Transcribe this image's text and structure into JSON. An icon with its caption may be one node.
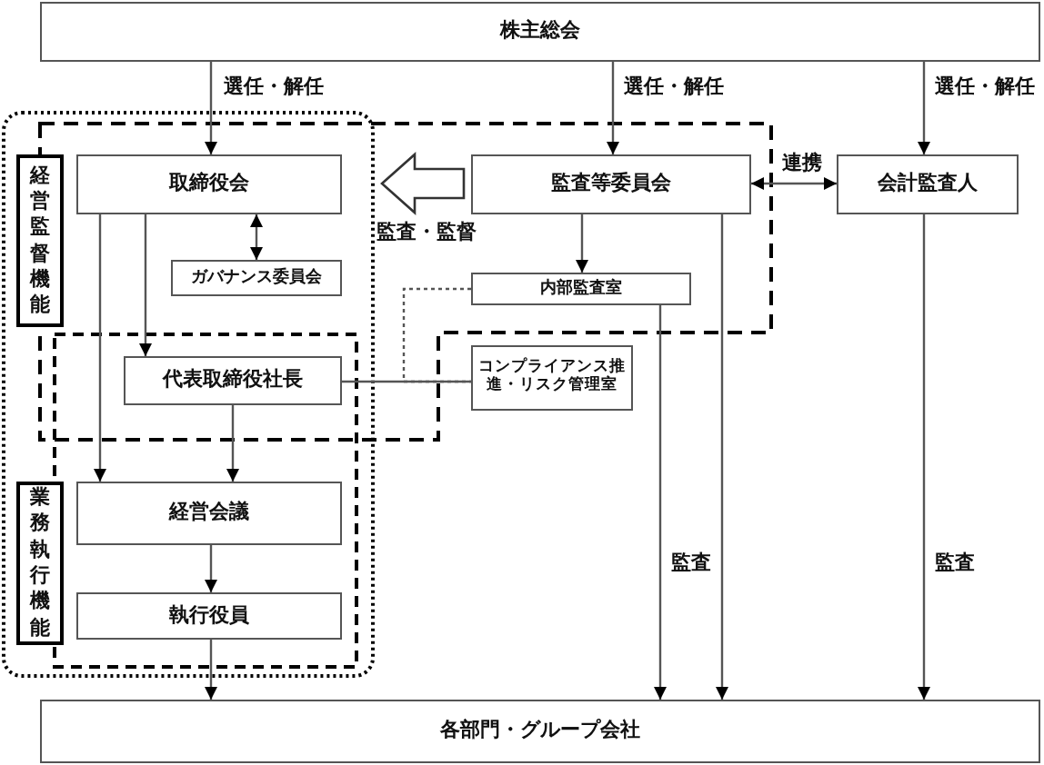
{
  "diagram": {
    "nodes": [
      {
        "text": [
          "株主総会"
        ]
      },
      {
        "text": [
          "経営監督機能"
        ]
      },
      {
        "text": [
          "取締役会"
        ]
      },
      {
        "text": [
          "監査等委員会"
        ]
      },
      {
        "text": [
          "会計監査人"
        ]
      },
      {
        "text": [
          "ガバナンス委員会"
        ]
      },
      {
        "text": [
          "内部監査室"
        ]
      },
      {
        "text": [
          "代表取締役社長"
        ]
      },
      {
        "text": [
          "コンプライアンス推進・リスク管理室"
        ]
      },
      {
        "text": [
          "業務執行機能"
        ]
      },
      {
        "text": [
          "経営会議"
        ]
      },
      {
        "text": [
          "執行役員"
        ]
      },
      {
        "text": [
          "各部門・グループ会社"
        ]
      }
    ],
    "edges": [
      {
        "from": 0,
        "to": 2,
        "arrow": "to",
        "label": "選任・解任"
      },
      {
        "from": 0,
        "to": 3,
        "arrow": "to",
        "label": "選任・解任"
      },
      {
        "from": 0,
        "to": 4,
        "arrow": "to",
        "label": "選任・解任"
      },
      {
        "from": 2,
        "to": 5,
        "arrow": "both"
      },
      {
        "from": 2,
        "to": 7,
        "arrow": "to"
      },
      {
        "from": 2,
        "to": 10,
        "arrow": "to"
      },
      {
        "from": 7,
        "to": 10,
        "arrow": "to"
      },
      {
        "from": 10,
        "to": 11,
        "arrow": "to"
      },
      {
        "from": 11,
        "to": 12,
        "arrow": "to"
      },
      {
        "from": 3,
        "to": 6,
        "arrow": "to"
      },
      {
        "from": 6,
        "to": 12,
        "arrow": "to"
      },
      {
        "from": 3,
        "to": 12,
        "arrow": "to",
        "label": "監査"
      },
      {
        "from": 4,
        "to": 12,
        "arrow": "to",
        "label": "監査"
      },
      {
        "from": 3,
        "to": 4,
        "arrow": "both",
        "label": "連携"
      },
      {
        "from": 3,
        "to": 2,
        "arrow": "to",
        "label": "監査・監督",
        "style": "thick"
      },
      {
        "from": 7,
        "to": 8,
        "arrow": "none"
      },
      {
        "from": 6,
        "to": 8,
        "arrow": "none",
        "style": "dashed"
      }
    ]
  }
}
